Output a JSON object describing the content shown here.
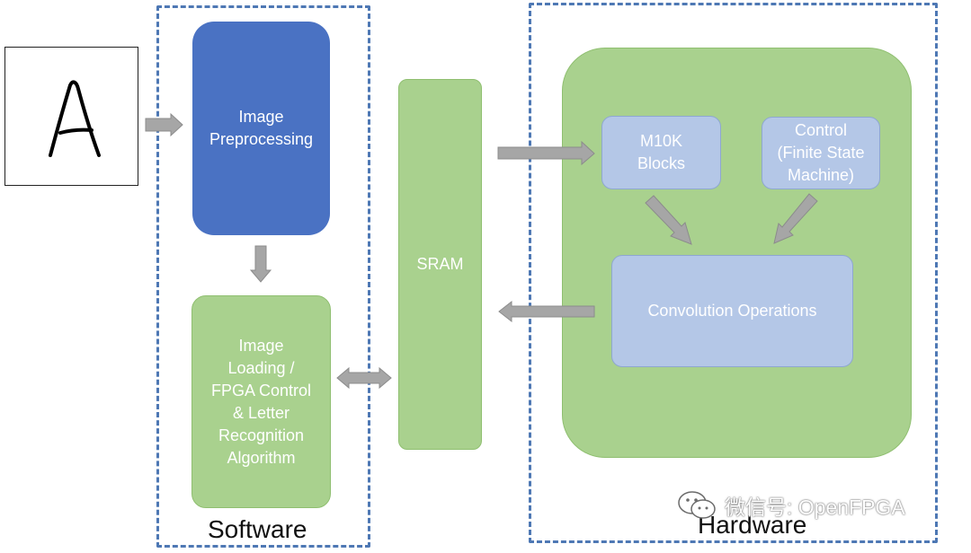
{
  "input_image": {
    "letter": "A"
  },
  "software": {
    "frame_label": "Software",
    "preprocessing": "Image\nPreprocessing",
    "loading": "Image\nLoading /\nFPGA Control\n& Letter\nRecognition\nAlgorithm"
  },
  "sram": {
    "label": "SRAM"
  },
  "hardware": {
    "frame_label": "Hardware",
    "m10k": "M10K\nBlocks",
    "control": "Control\n(Finite State\nMachine)",
    "convolution": "Convolution Operations"
  },
  "watermark": {
    "text": "微信号: OpenFPGA"
  },
  "colors": {
    "dashed_border": "#4e78b4",
    "dark_blue_box": "#4a72c3",
    "green_box": "#a9d18e",
    "light_blue_box": "#b4c7e7",
    "arrow": "#a6a6a6"
  }
}
